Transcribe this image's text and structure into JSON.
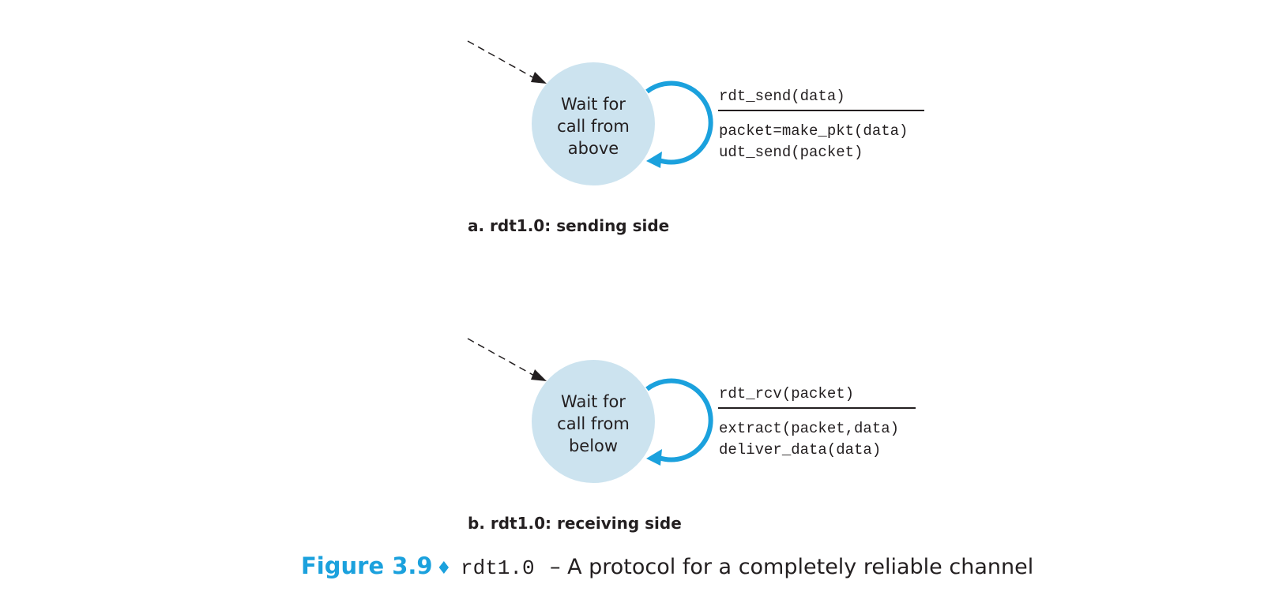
{
  "colors": {
    "state_fill": "#cce3ef",
    "loop_arrow": "#1ba1dd",
    "text": "#231f20",
    "caption_accent": "#1ba1dd"
  },
  "diagrams": [
    {
      "state_lines": [
        "Wait for",
        "call from",
        "above"
      ],
      "event": "rdt_send(data)",
      "actions": [
        "packet=make_pkt(data)",
        "udt_send(packet)"
      ],
      "subcaption": "a.  rdt1.0: sending side"
    },
    {
      "state_lines": [
        "Wait for",
        "call from",
        "below"
      ],
      "event": "rdt_rcv(packet)",
      "actions": [
        "extract(packet,data)",
        "deliver_data(data)"
      ],
      "subcaption": "b.  rdt1.0: receiving side"
    }
  ],
  "caption": {
    "figure_label": "Figure 3.9",
    "separator": "♦",
    "protocol": "rdt1.0",
    "description": "– A protocol for a completely reliable channel"
  }
}
